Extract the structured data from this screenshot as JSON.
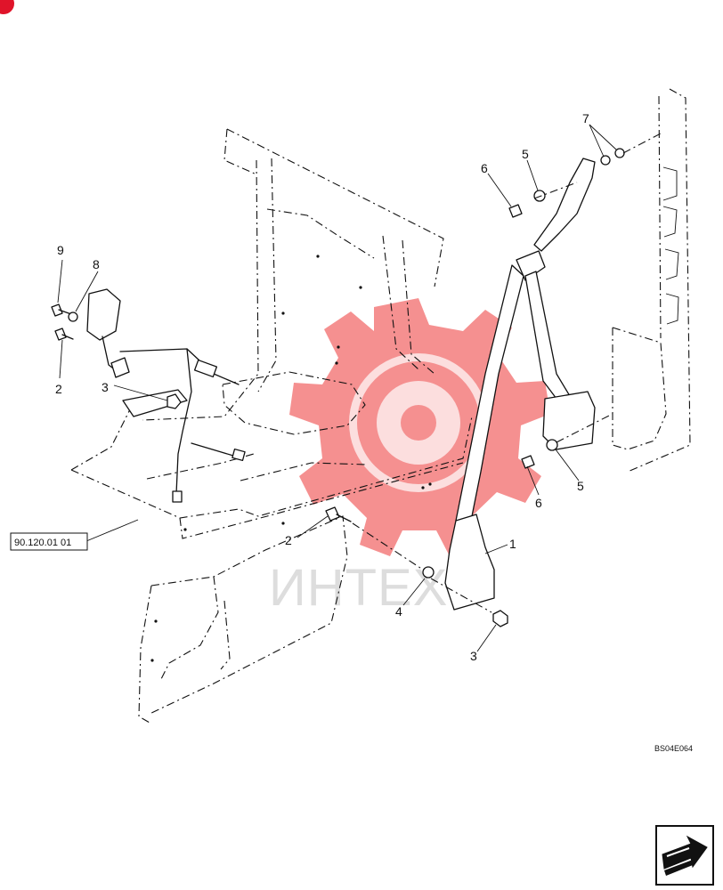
{
  "figure_code": "BS04E064",
  "reference_box": "90.120.01 01",
  "watermark_text": "ИНТЕХ",
  "colors": {
    "line": "#111111",
    "watermark_gear": "#f26b6b",
    "watermark_text": "#d2d2d2",
    "badge": "#e0142a"
  },
  "callouts": {
    "c9": "9",
    "c8": "8",
    "c2_left": "2",
    "c3_left": "3",
    "c2_center": "2",
    "c4": "4",
    "c3_bottom": "3",
    "c1": "1",
    "c7": "7",
    "c6_top": "6",
    "c5_top": "5",
    "c5_right": "5",
    "c6_right": "6"
  },
  "icons": {
    "nav": "next-page-arrow-icon",
    "corner": "corner-badge-icon"
  }
}
